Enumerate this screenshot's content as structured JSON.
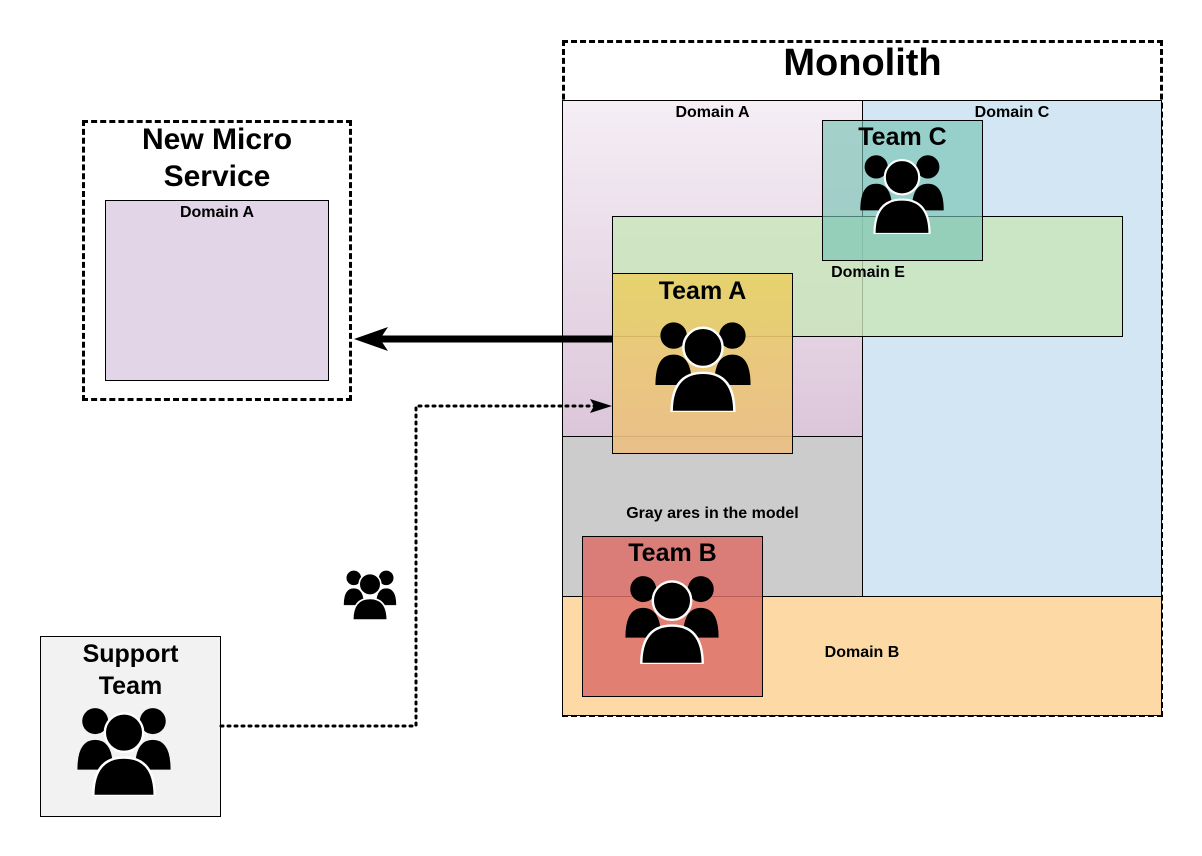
{
  "monolith": {
    "title": "Monolith",
    "domains": {
      "a": {
        "label": "Domain A",
        "color": "#e9d9ea"
      },
      "c": {
        "label": "Domain C",
        "color": "#d2e6f4"
      },
      "e": {
        "label": "Domain E",
        "color": "#d2ebca"
      },
      "b": {
        "label": "Domain B",
        "color": "#fdd9a6"
      }
    },
    "gray_area": {
      "label": "Gray ares in the model",
      "color": "#cccccc"
    }
  },
  "microservice": {
    "title_line1": "New Micro",
    "title_line2": "Service",
    "domain": {
      "label": "Domain A",
      "color": "#e1d5e7"
    }
  },
  "teams": {
    "a": {
      "label": "Team A",
      "color": "#e7cc6c"
    },
    "b": {
      "label": "Team B",
      "color": "#e07a6e"
    },
    "c": {
      "label": "Team C",
      "color": "#8cc8bf"
    },
    "support": {
      "label_line1": "Support",
      "label_line2": "Team",
      "color": "#f2f2f2"
    }
  },
  "icons": {
    "team": "people-group-icon"
  }
}
